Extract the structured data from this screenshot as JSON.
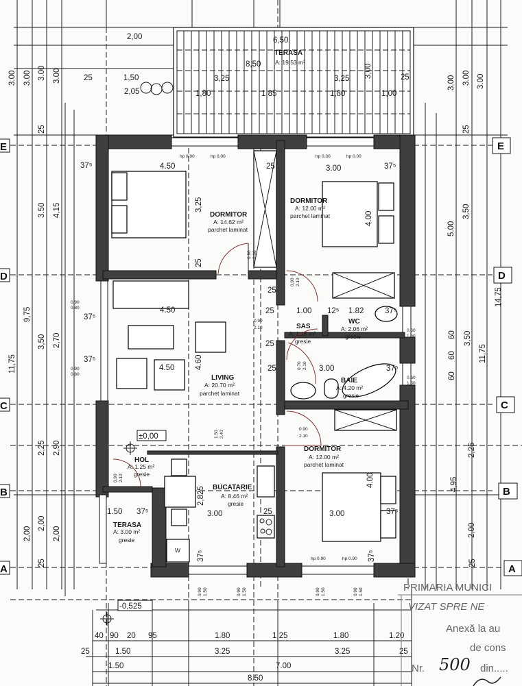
{
  "axes": {
    "E": "E",
    "D": "D",
    "C": "C",
    "B": "B",
    "A": "A"
  },
  "rooms": [
    {
      "name": "TERASA",
      "area": "A: 19.53 m²",
      "finish": "",
      "note": ""
    },
    {
      "name": "DORMITOR",
      "area": "A: 14.62 m²",
      "finish": "parchet laminat"
    },
    {
      "name": "DORMITOR",
      "area": "A: 12.00 m²",
      "finish": "parchet laminat"
    },
    {
      "name": "LIVING",
      "area": "A: 20.70 m²",
      "finish": "parchet laminat"
    },
    {
      "name": "SAS",
      "area": "A: 1.10 m²",
      "finish": "gresie"
    },
    {
      "name": "WC",
      "area": "A: 2.06 m²",
      "finish": "gresie"
    },
    {
      "name": "BAIE",
      "area": "A: 4.20 m²",
      "finish": "gresie"
    },
    {
      "name": "DORMITOR",
      "area": "A: 12.00 m²",
      "finish": "parchet laminat"
    },
    {
      "name": "HOL",
      "area": "A: 1.25 m²",
      "finish": "gresie"
    },
    {
      "name": "BUCATARIE",
      "area": "A: 8.46 m²",
      "finish": "gresie"
    },
    {
      "name": "TERASA",
      "area": "A: 3.00 m²",
      "finish": "gresie"
    }
  ],
  "levels": {
    "floor": "±0,00",
    "ground": "-0,525"
  },
  "appliance_label": "W",
  "dimensions": {
    "interior": [
      "2,00",
      "6,50",
      "8,50",
      "1,50",
      "2,05",
      "3,25",
      "3,25",
      "1,80",
      "1,85",
      "1,80",
      "1,00",
      "25",
      "25",
      "3,00",
      "4.50",
      "3.00",
      "25",
      "37⁵",
      "37⁵",
      "3,25",
      "25",
      "4.00",
      "4.50",
      "4.50",
      "4.60",
      "25",
      "25",
      "1.00",
      "12⁵",
      "1.82",
      "37⁵",
      "25",
      "3.00",
      "37⁵",
      "1.50",
      "37⁵",
      "2,825",
      "3.00",
      "25",
      "3.00",
      "37⁵",
      "4.00",
      "37⁵",
      "37⁵",
      "37⁵",
      "37⁵",
      "25"
    ],
    "left": [
      "3.00",
      "3.00",
      "3.00",
      "3.00",
      "25",
      "3.50",
      "4,15",
      "9,75",
      "11,75",
      "3,50",
      "2,70",
      "2,25",
      "2,90",
      "2,00",
      "2,00",
      "2,00",
      "25"
    ],
    "right": [
      "3.00",
      "3.00",
      "3.00",
      "25",
      "5.00",
      "3,50",
      "14,75",
      "60",
      "60",
      "60",
      "3,50",
      "11,75",
      "2,25",
      "4,95",
      "2,00",
      "25"
    ],
    "bottom": [
      "40",
      "90",
      "20",
      "95",
      "1.80",
      "1.25",
      "1.80",
      "1.20",
      "25",
      "1.50",
      "3.25",
      "3.25",
      "25",
      "1.50",
      "7.00",
      "8.50"
    ]
  },
  "openings": [
    "hp 0.00",
    "hp 0.00",
    "hp 0.00",
    "hp 0.00",
    "hp 0.90",
    "hp 0.90",
    "0.90",
    "2.10",
    "0.90",
    "2.10",
    "0.90",
    "2.10",
    "0.90",
    "2.10",
    "0.70",
    "2.10",
    "0.90",
    "2.10",
    "0.90",
    "0.80",
    "0.90",
    "0.80",
    "0.60",
    "1.50",
    "0.60",
    "1.50",
    "1.50",
    "2.40",
    "0.90",
    "1.50",
    "0.90",
    "1.50",
    "0.90",
    "1.50",
    "0.90",
    "1.50"
  ],
  "stamp": {
    "line1": "PRIMARIA MUNICI",
    "line2": "VIZAT SPRE NE",
    "line3": "Anexă la au",
    "line4": "de cons",
    "nr_label": "Nr.",
    "nr_value": "500",
    "din_label": "din....."
  }
}
